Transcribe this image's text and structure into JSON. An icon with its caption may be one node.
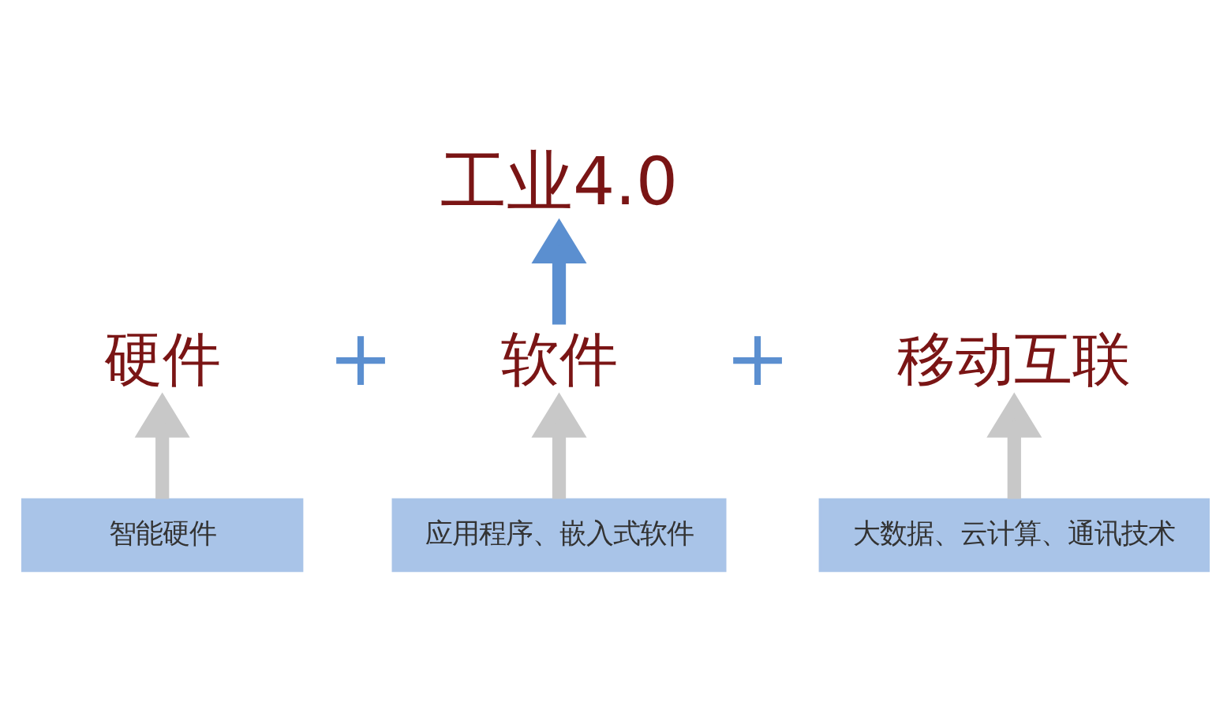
{
  "diagram": {
    "nodes": [
      {
        "text": [
          "工业4.0"
        ]
      },
      {
        "text": [
          "硬件"
        ]
      },
      {
        "text": [
          "软件"
        ]
      },
      {
        "text": [
          "移动互联"
        ]
      },
      {
        "text": [
          "智能硬件"
        ]
      },
      {
        "text": [
          "应用程序、嵌入式软件"
        ]
      },
      {
        "text": [
          "大数据、云计算、通讯技术"
        ]
      }
    ],
    "edges": [
      {
        "from": 4,
        "to": 1,
        "arrow": "to"
      },
      {
        "from": 5,
        "to": 2,
        "arrow": "to"
      },
      {
        "from": 6,
        "to": 3,
        "arrow": "to"
      },
      {
        "from": 2,
        "to": 0,
        "arrow": "to",
        "color": "#5b8fd0"
      }
    ],
    "labels": [
      "+",
      "+"
    ]
  }
}
